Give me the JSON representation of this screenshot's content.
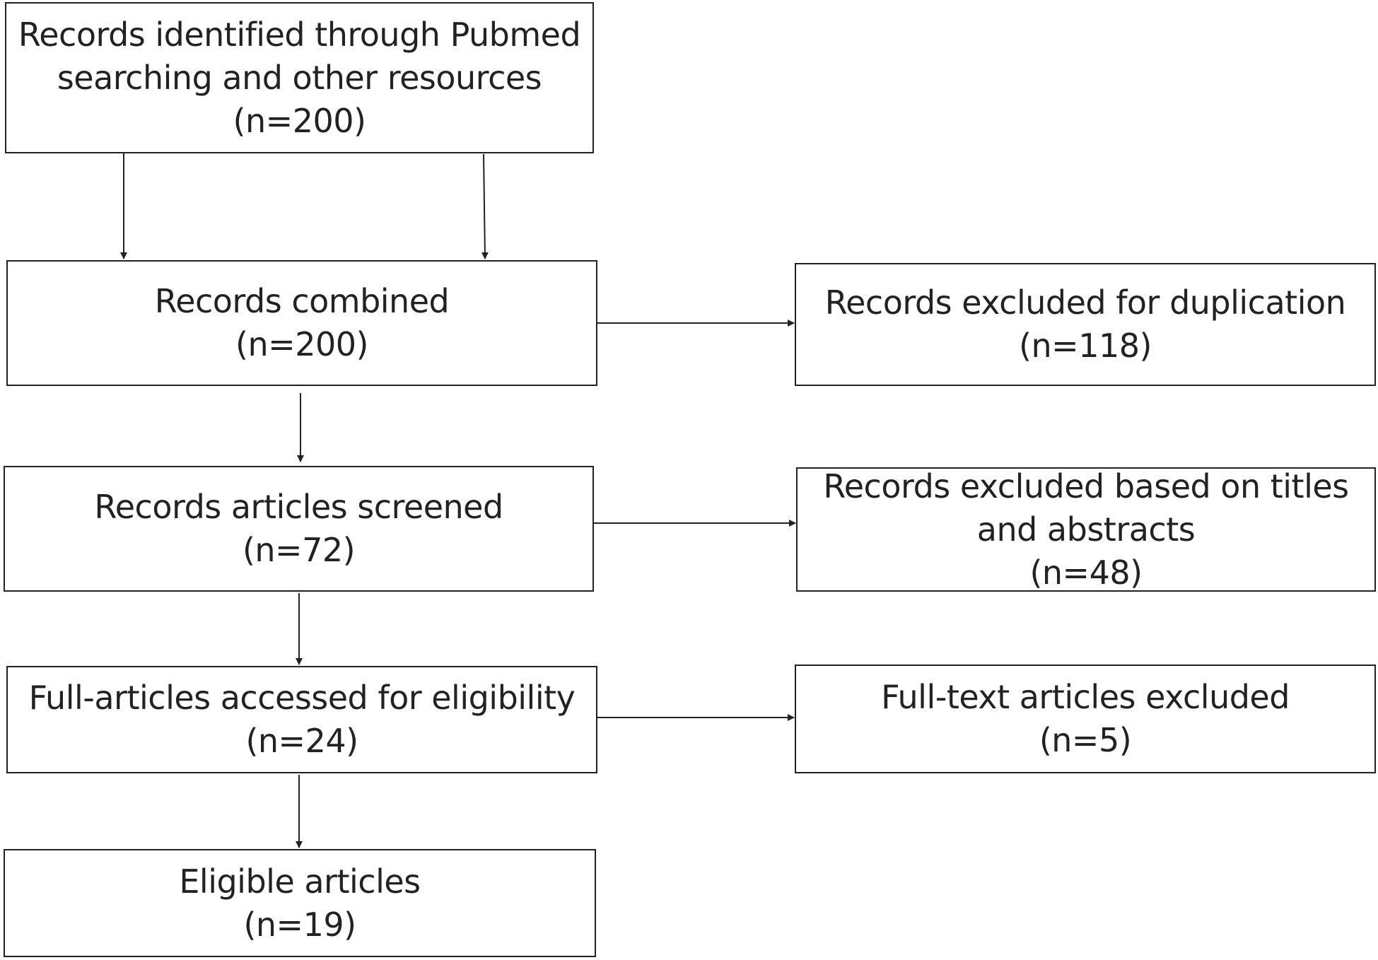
{
  "nodes": {
    "identified": {
      "lines": [
        "Records identified through Pubmed",
        "searching and other resources",
        "(n=200)"
      ]
    },
    "combined": {
      "lines": [
        "Records combined",
        "(n=200)"
      ]
    },
    "dup_excluded": {
      "lines": [
        "Records excluded for duplication",
        "(n=118)"
      ]
    },
    "screened": {
      "lines": [
        "Records articles screened",
        "(n=72)"
      ]
    },
    "title_excluded": {
      "lines": [
        "Records excluded based on titles",
        "and abstracts",
        "(n=48)"
      ]
    },
    "fulltext": {
      "lines": [
        "Full-articles accessed for eligibility",
        "(n=24)"
      ]
    },
    "fulltext_excluded": {
      "lines": [
        "Full-text articles excluded",
        "(n=5)"
      ]
    },
    "eligible": {
      "lines": [
        "Eligible articles",
        "(n=19)"
      ]
    }
  },
  "edges": [
    {
      "from": "identified",
      "to": "combined"
    },
    {
      "from": "identified",
      "to": "combined"
    },
    {
      "from": "combined",
      "to": "dup_excluded"
    },
    {
      "from": "combined",
      "to": "screened"
    },
    {
      "from": "screened",
      "to": "title_excluded"
    },
    {
      "from": "screened",
      "to": "fulltext"
    },
    {
      "from": "fulltext",
      "to": "fulltext_excluded"
    },
    {
      "from": "fulltext",
      "to": "eligible"
    }
  ],
  "colors": {
    "line": "#222222",
    "text": "#222222",
    "background": "#ffffff"
  }
}
